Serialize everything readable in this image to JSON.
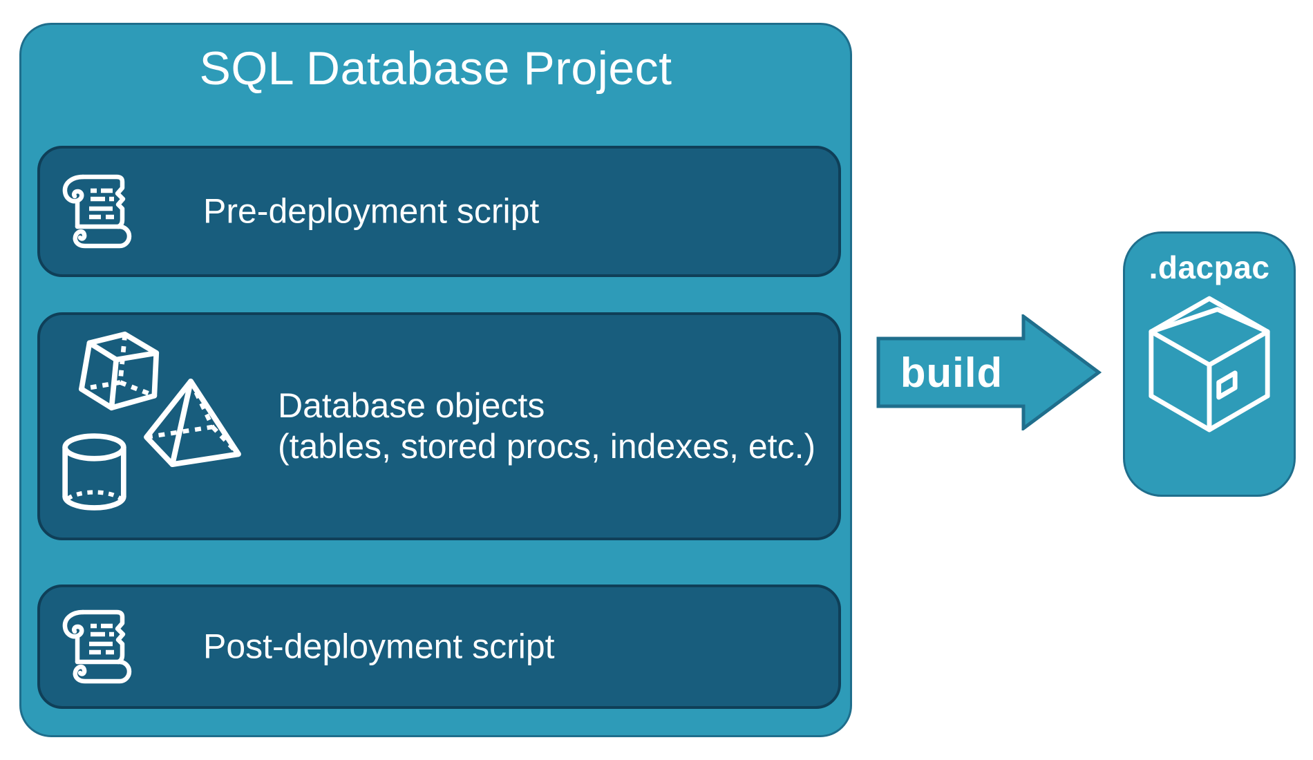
{
  "diagram": {
    "title": "SQL Database Project",
    "panels": [
      {
        "label": "Pre-deployment script",
        "icon": "scroll-icon"
      },
      {
        "label": "Database objects",
        "sublabel": "(tables, stored procs, indexes, etc.)",
        "icons": [
          "cube-icon",
          "pyramid-icon",
          "cylinder-icon"
        ]
      },
      {
        "label": "Post-deployment script",
        "icon": "scroll-icon"
      }
    ],
    "arrow": {
      "label": "build",
      "direction": "right"
    },
    "output_card": {
      "label": ".dacpac",
      "icon": "package-icon"
    },
    "colors": {
      "teal": "#2E9BB8",
      "panel_dark": "#185D7D",
      "panel_border": "#0F3F58",
      "teal_border": "#1F6E8C",
      "text": "#FFFFFF",
      "canvas": "#FFFFFF"
    }
  }
}
